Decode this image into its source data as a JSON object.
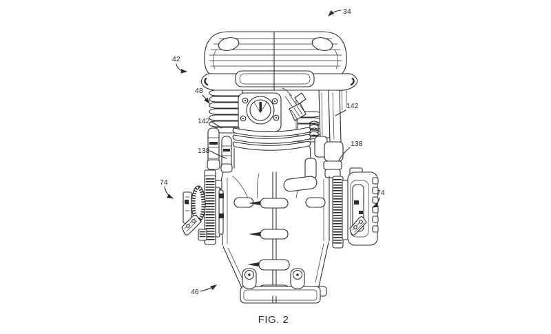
{
  "figure": {
    "caption": "FIG. 2",
    "labels": [
      {
        "id": "ref-34",
        "text": "34"
      },
      {
        "id": "ref-42",
        "text": "42"
      },
      {
        "id": "ref-48",
        "text": "48"
      },
      {
        "id": "ref-142-left",
        "text": "142"
      },
      {
        "id": "ref-138-left",
        "text": "138"
      },
      {
        "id": "ref-142-right",
        "text": "142"
      },
      {
        "id": "ref-138-right",
        "text": "138"
      },
      {
        "id": "ref-74-left",
        "text": "74"
      },
      {
        "id": "ref-74-right",
        "text": "74"
      },
      {
        "id": "ref-46",
        "text": "46"
      }
    ],
    "colors": {
      "line": "#2b2b2b",
      "background": "#ffffff"
    }
  }
}
